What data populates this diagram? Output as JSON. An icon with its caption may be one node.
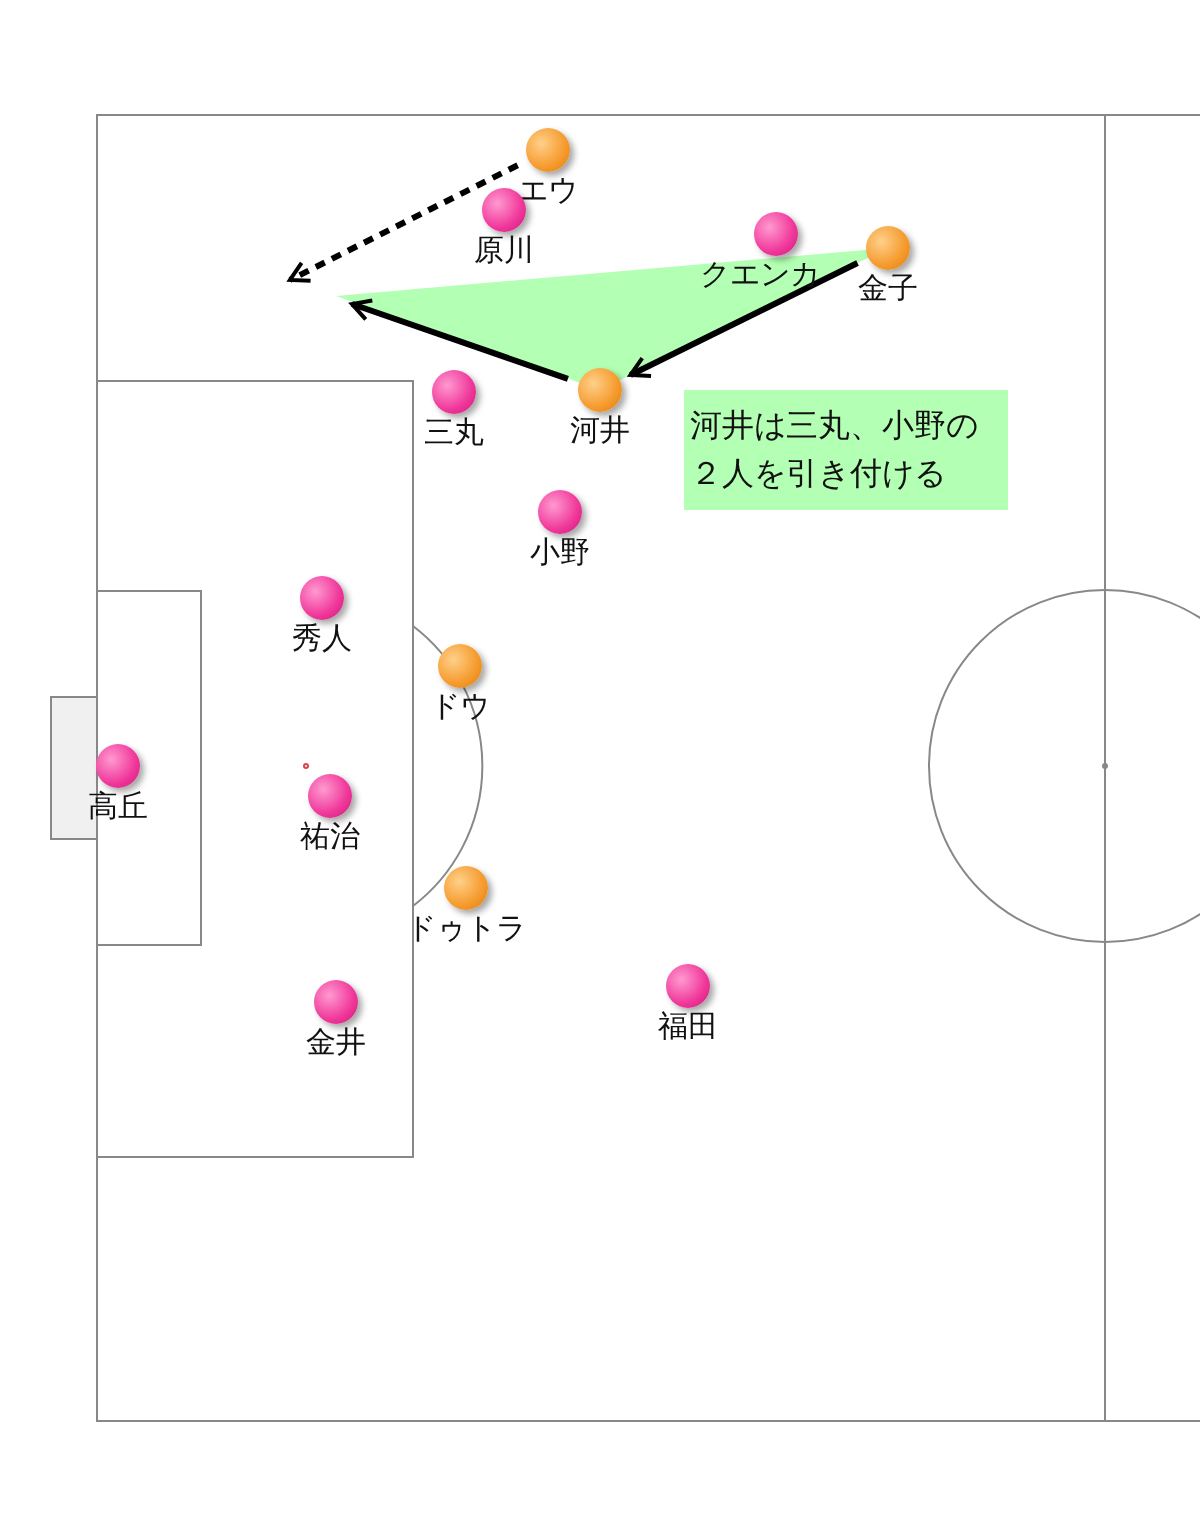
{
  "diagram": {
    "nodes": [
      {
        "text": [
          "エウ"
        ]
      },
      {
        "text": [
          "原川"
        ]
      },
      {
        "text": [
          "クエンカ"
        ]
      },
      {
        "text": [
          "金子"
        ]
      },
      {
        "text": [
          "河井"
        ]
      },
      {
        "text": [
          "三丸"
        ]
      },
      {
        "text": [
          "河井は三丸、小野の２人を引き付ける"
        ]
      },
      {
        "text": [
          "小野"
        ]
      },
      {
        "text": [
          "秀人"
        ]
      },
      {
        "text": [
          "ドウ"
        ]
      },
      {
        "text": [
          "高丘"
        ]
      },
      {
        "text": [
          "祐治"
        ]
      },
      {
        "text": [
          "ドゥトラ"
        ]
      },
      {
        "text": [
          "福田"
        ]
      },
      {
        "text": [
          "金井"
        ]
      }
    ],
    "edges": [
      {
        "from": 3,
        "to": 4,
        "arrow": "to"
      },
      {
        "from": 4,
        "to": null,
        "arrow": "to"
      },
      {
        "from": 0,
        "to": null,
        "arrow": "to",
        "style": "dashed"
      }
    ]
  }
}
